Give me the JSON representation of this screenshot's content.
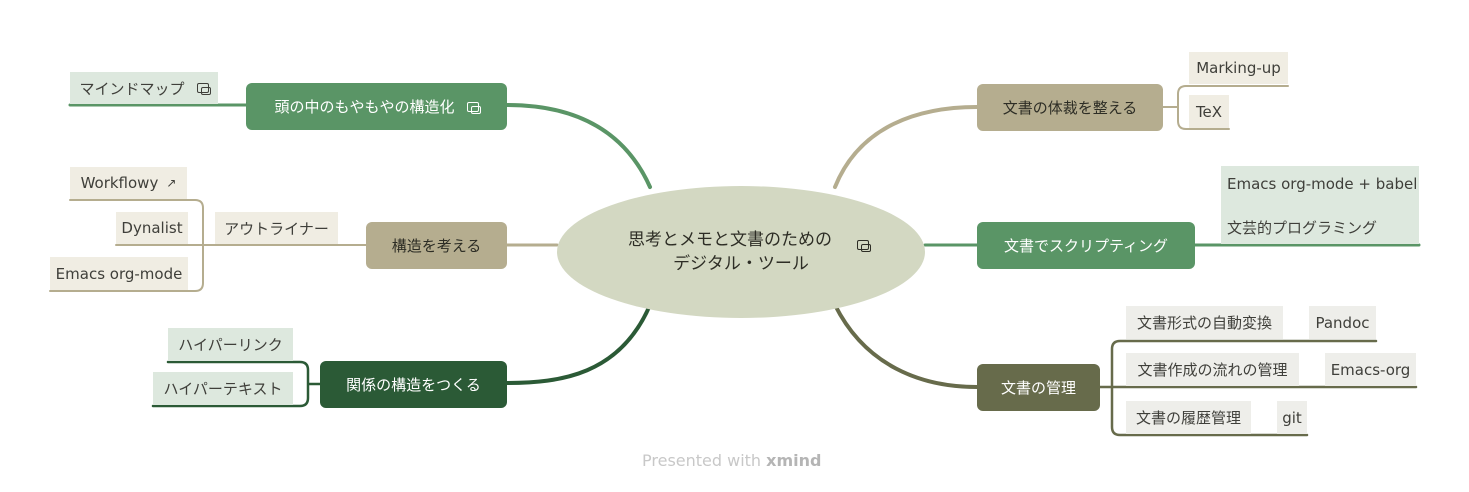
{
  "center": {
    "line1": "思考とメモと文書のための",
    "line2": "デジタル・ツール",
    "icon": "link-icon"
  },
  "left": {
    "structuring": {
      "label": "頭の中のもやもやの構造化",
      "icon": "link-icon",
      "child": {
        "label": "マインドマップ",
        "icon": "link-icon"
      }
    },
    "thinking": {
      "label": "構造を考える",
      "outliner": "アウトライナー",
      "tools": [
        {
          "label": "Workflowy",
          "icon": "external-link-icon"
        },
        {
          "label": "Dynalist"
        },
        {
          "label": "Emacs org-mode"
        }
      ]
    },
    "relations": {
      "label": "関係の構造をつくる",
      "children": [
        {
          "label": "ハイパーリンク"
        },
        {
          "label": "ハイパーテキスト"
        }
      ]
    }
  },
  "right": {
    "format": {
      "label": "文書の体裁を整える",
      "children": [
        {
          "label": "Marking-up"
        },
        {
          "label": "TeX"
        }
      ]
    },
    "scripting": {
      "label": "文書でスクリプティング",
      "children": [
        {
          "label": "Emacs org-mode + babel"
        },
        {
          "label": "文芸的プログラミング"
        }
      ]
    },
    "management": {
      "label": "文書の管理",
      "items": [
        {
          "label": "文書形式の自動変換",
          "tool": "Pandoc"
        },
        {
          "label": "文書作成の流れの管理",
          "tool": "Emacs-org"
        },
        {
          "label": "文書の履歴管理",
          "tool": "git"
        }
      ]
    }
  },
  "footer": {
    "text": "Presented with",
    "brand": "xmind"
  },
  "colors": {
    "green": "#5a9566",
    "green_light": "#dde8de",
    "tan": "#b5ad8f",
    "tan_light": "#f0ede3",
    "dark_green": "#2b5a36",
    "olive": "#676b4b",
    "center": "#d3d8c2"
  }
}
